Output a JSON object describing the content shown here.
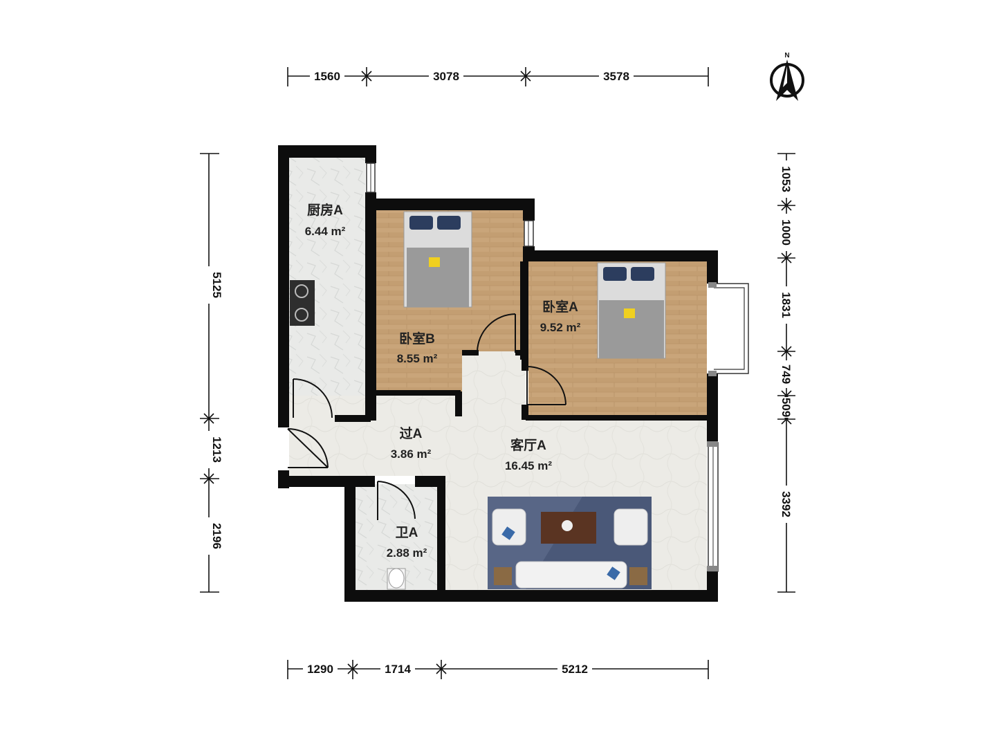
{
  "plan": {
    "compass_label": "N",
    "rooms": [
      {
        "id": "kitchen",
        "name": "厨房A",
        "area": "6.44 m²"
      },
      {
        "id": "bedroom_b",
        "name": "卧室B",
        "area": "8.55 m²"
      },
      {
        "id": "bedroom_a",
        "name": "卧室A",
        "area": "9.52 m²"
      },
      {
        "id": "hall",
        "name": "过A",
        "area": "3.86 m²"
      },
      {
        "id": "living",
        "name": "客厅A",
        "area": "16.45 m²"
      },
      {
        "id": "bath",
        "name": "卫A",
        "area": "2.88 m²"
      }
    ],
    "dims": {
      "top": [
        "1560",
        "3078",
        "3578"
      ],
      "bottom": [
        "1290",
        "1714",
        "5212"
      ],
      "left": [
        "5125",
        "1213",
        "2196"
      ],
      "right": [
        "1053",
        "1000",
        "1831",
        "749",
        "509",
        "3392"
      ]
    },
    "colors": {
      "wall": "#0d0d0d",
      "wood_floor": "#c9a57a",
      "tile_floor": "#ecebe6",
      "rug": "#4a5878"
    }
  }
}
